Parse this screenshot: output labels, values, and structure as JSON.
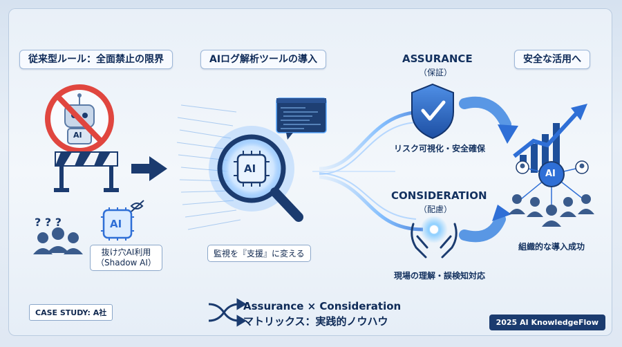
{
  "headings": {
    "legacy_rule": "従来型ルール：全面禁止の限界",
    "log_tool": "AIログ解析ツールの導入",
    "safe_use": "安全な活用へ"
  },
  "assurance": {
    "title": "ASSURANCE",
    "subtitle": "（保証）",
    "description": "リスク可視化・安全確保"
  },
  "consideration": {
    "title": "CONSIDERATION",
    "subtitle": "（配慮）",
    "description": "現場の理解・誤検知対応"
  },
  "labels": {
    "robot_badge": "AI",
    "chip": "AI",
    "magnifier_chip": "AI",
    "network_hub": "AI",
    "shadow_ai_line1": "抜け穴AI利用",
    "shadow_ai_line2": "（Shadow AI）",
    "support_caption": "監視を『支援』に変える",
    "org_success": "組織的な導入成功",
    "case_study": "CASE STUDY: A社",
    "matrix_line1": "Assurance × Consideration",
    "matrix_line2": "マトリックス：実践的ノウハウ",
    "footer": "2025 AI KnowledgeFlow",
    "question_marks": "? ? ?"
  },
  "colors": {
    "navy": "#12305e",
    "accent_blue": "#2f6fd6",
    "glow": "#5aa9ff",
    "red": "#e0463f"
  }
}
